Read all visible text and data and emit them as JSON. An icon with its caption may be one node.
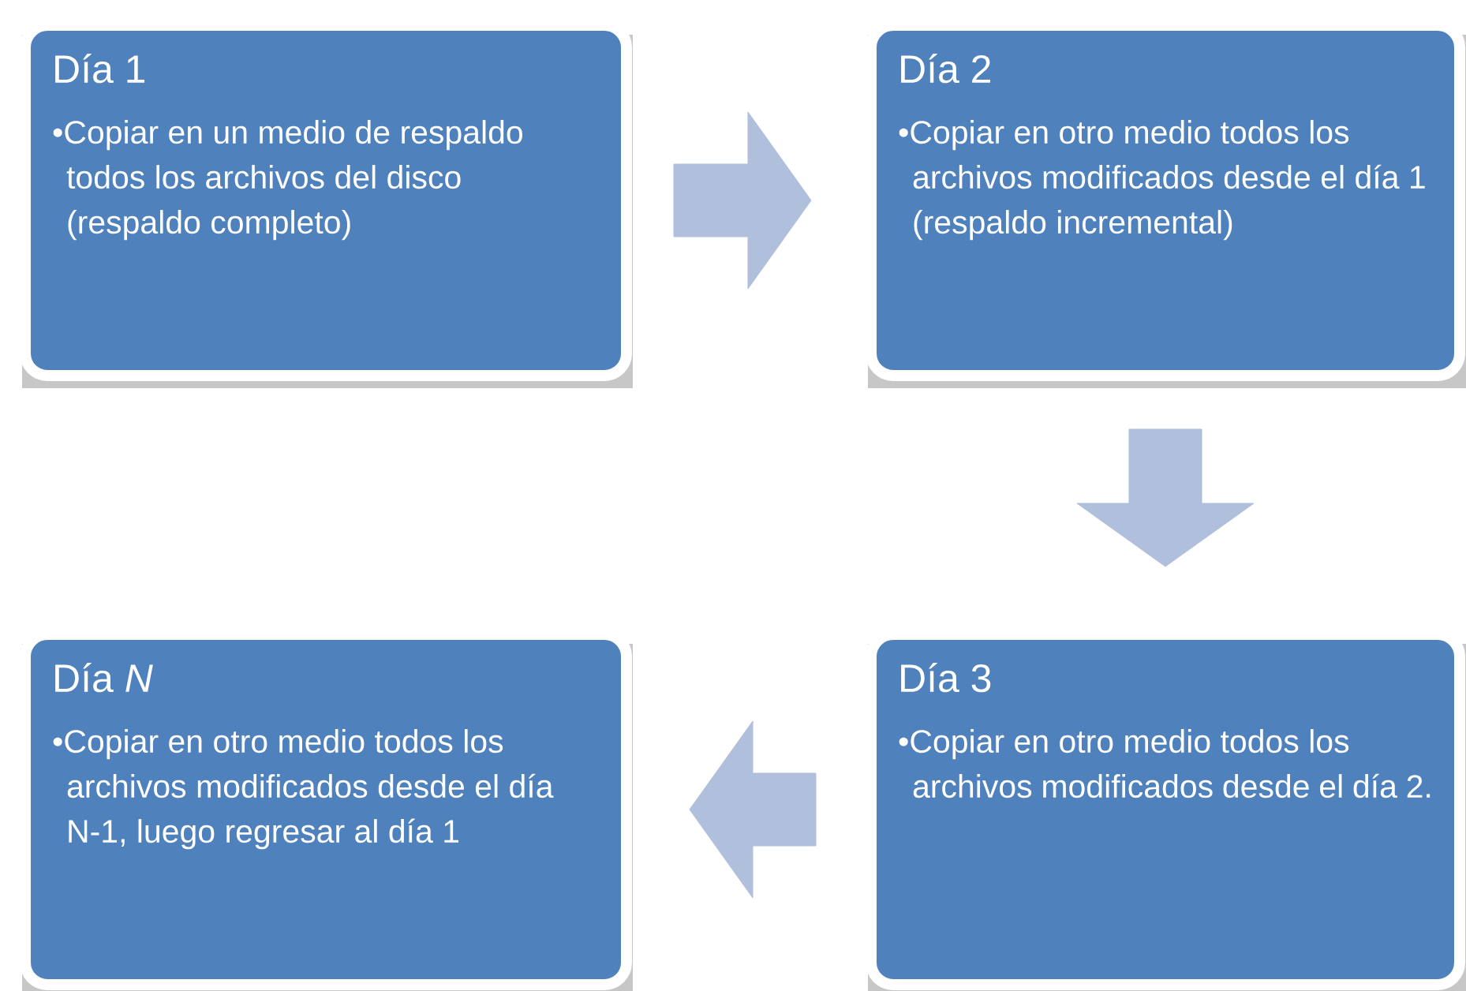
{
  "diagram": {
    "nodes": [
      {
        "text": [
          "Día 1",
          "•Copiar en un medio de respaldo todos los archivos del disco (respaldo completo)"
        ]
      },
      {
        "text": [
          "Día 2",
          "•Copiar en otro medio todos los archivos modificados desde el  día 1 (respaldo incremental)"
        ]
      },
      {
        "text": [
          "Día *N*",
          "•Copiar en otro medio todos los archivos modificados desde el día N-1, luego regresar al día 1"
        ]
      },
      {
        "text": [
          "Día 3",
          "•Copiar en otro medio todos los archivos modificados desde el día 2."
        ]
      }
    ],
    "edges": [
      {
        "from": 0,
        "to": 1,
        "arrow": "to"
      },
      {
        "from": 1,
        "to": 3,
        "arrow": "to"
      },
      {
        "from": 3,
        "to": 2,
        "arrow": "to"
      }
    ]
  }
}
